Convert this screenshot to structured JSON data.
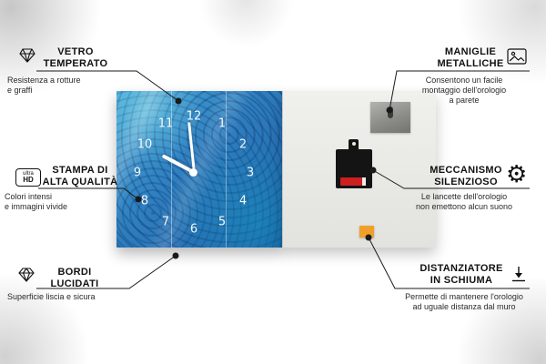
{
  "clock": {
    "numbers": [
      "1",
      "2",
      "3",
      "4",
      "5",
      "6",
      "7",
      "8",
      "9",
      "10",
      "11",
      "12"
    ]
  },
  "callouts": {
    "vetro": {
      "title": [
        "VETRO",
        "TEMPERATO"
      ],
      "desc": [
        "Resistenza a rotture",
        "e graffi"
      ]
    },
    "stampa": {
      "title": [
        "STAMPA DI",
        "ALTA QUALITÀ"
      ],
      "desc": [
        "Colori intensi",
        "e immagini vivide"
      ]
    },
    "bordi": {
      "title": [
        "BORDI",
        "LUCIDATI"
      ],
      "desc": [
        "Superficie liscia e sicura"
      ]
    },
    "maniglie": {
      "title": [
        "MANIGLIE",
        "METALLICHE"
      ],
      "desc": [
        "Consentono un facile",
        "montaggio dell'orologio",
        "a parete"
      ]
    },
    "meccanismo": {
      "title": [
        "MECCANISMO",
        "SILENZIOSO"
      ],
      "desc": [
        "Le lancette dell'orologio",
        "non emettono alcun suono"
      ]
    },
    "distanziatore": {
      "title": [
        "DISTANZIATORE",
        "IN SCHIUMA"
      ],
      "desc": [
        "Permette di mantenere l'orologio",
        "ad uguale distanza dal muro"
      ]
    }
  },
  "icons": {
    "vetro": "diamond-icon",
    "stampa": "ultra-hd-icon",
    "bordi": "gem-icon",
    "maniglie": "picture-frame-icon",
    "meccanismo": "gear-icon",
    "distanziatore": "arrow-down-icon",
    "uhd_top": "ultra",
    "uhd_bottom": "HD",
    "gear_glyph": "⚙"
  },
  "colors": {
    "clock_face_blue": "#2f7fc0",
    "foam_spacer_orange": "#f0a028",
    "battery_red": "#cc1f1f",
    "mechanism_black": "#141414",
    "metal_plate_gray": "#8c8c88",
    "connector_line": "#1a1a1a",
    "background": "#ffffff"
  }
}
